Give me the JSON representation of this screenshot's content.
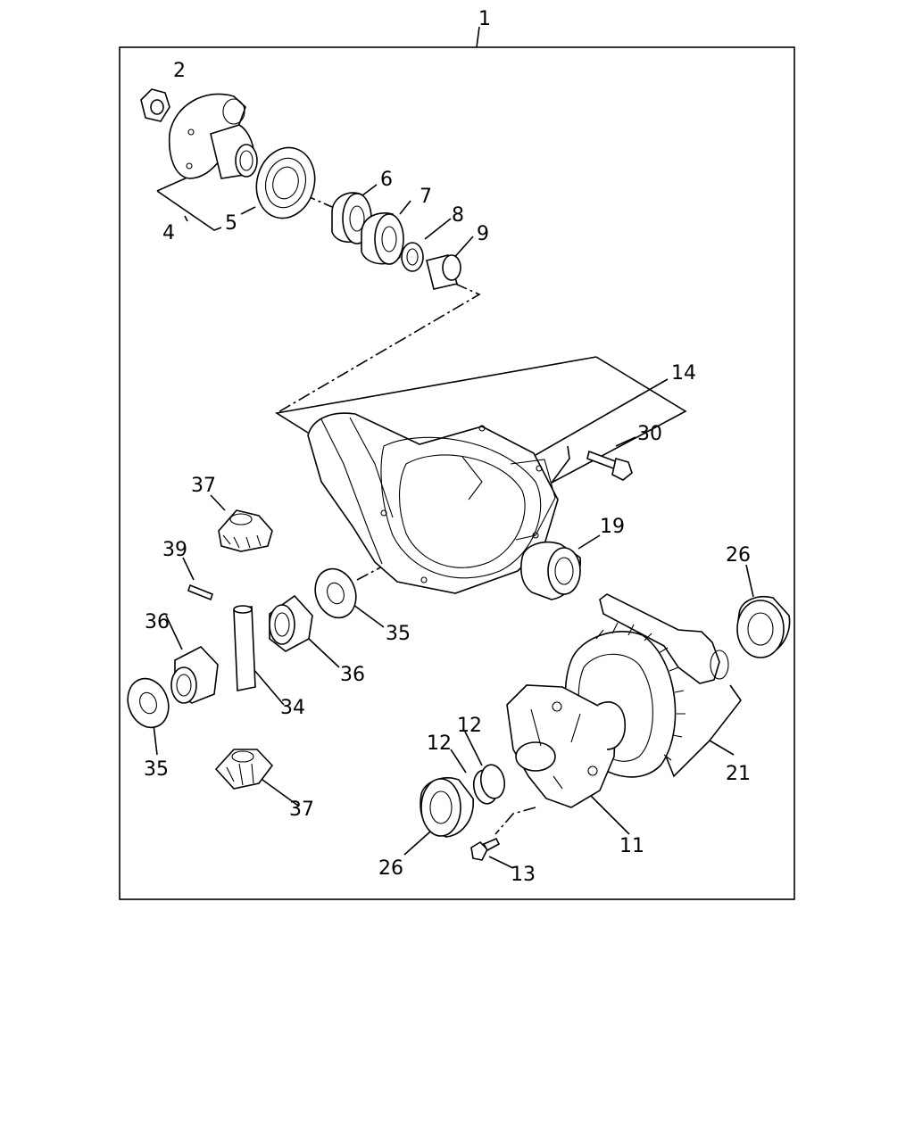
{
  "callouts": {
    "c1": "1",
    "c2": "2",
    "c4": "4",
    "c5": "5",
    "c6": "6",
    "c7": "7",
    "c8": "8",
    "c9": "9",
    "c14": "14",
    "c30": "30",
    "c19": "19",
    "c37a": "37",
    "c39": "39",
    "c35a": "35",
    "c36a": "36",
    "c36b": "36",
    "c34": "34",
    "c26a": "26",
    "c35b": "35",
    "c37b": "37",
    "c12a": "12",
    "c12b": "12",
    "c21": "21",
    "c11": "11",
    "c26b": "26",
    "c13": "13"
  }
}
